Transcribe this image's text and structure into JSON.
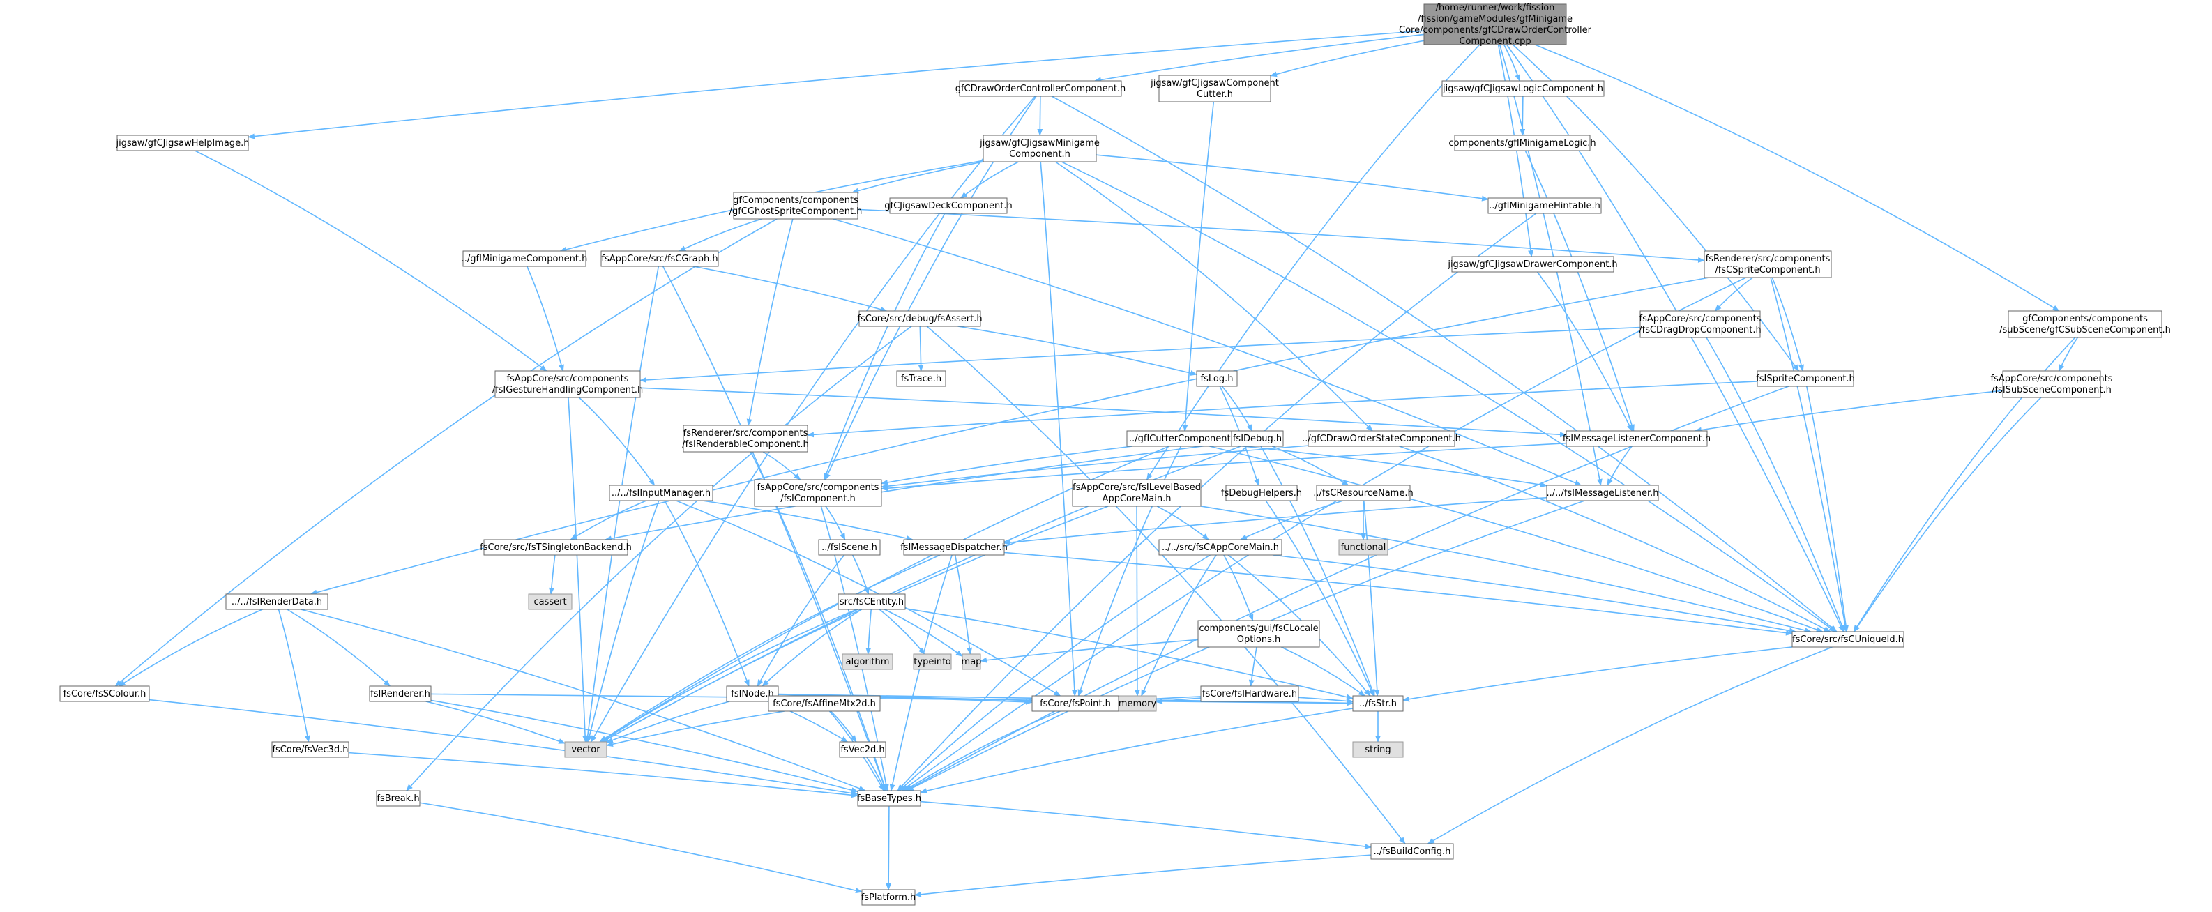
{
  "colors": {
    "edge": "#63B8FF",
    "node_fill": "#FFFFFF",
    "node_border": "#666666",
    "root_fill": "#999999",
    "root_border": "#666666",
    "system_fill": "#E0E0E0",
    "system_border": "#999999"
  },
  "nodes": [
    {
      "id": "root",
      "lines": [
        "/home/runner/work/fission",
        "/fission/gameModules/gfMinigame",
        "Core/components/gfCDrawOrderController",
        "Component.cpp"
      ],
      "kind": "root"
    },
    {
      "id": "n1",
      "lines": [
        "gfCDrawOrderControllerComponent.h"
      ],
      "kind": "normal"
    },
    {
      "id": "n2",
      "lines": [
        "jigsaw/gfCJigsawComponent",
        "Cutter.h"
      ],
      "kind": "normal"
    },
    {
      "id": "n3",
      "lines": [
        "jigsaw/gfCJigsawLogicComponent.h"
      ],
      "kind": "normal"
    },
    {
      "id": "n4",
      "lines": [
        "components/gfIMinigameLogic.h"
      ],
      "kind": "normal"
    },
    {
      "id": "n5",
      "lines": [
        "jigsaw/gfCJigsawHelpImage.h"
      ],
      "kind": "normal"
    },
    {
      "id": "n6",
      "lines": [
        "jigsaw/gfCJigsawMinigame",
        "Component.h"
      ],
      "kind": "normal"
    },
    {
      "id": "n7",
      "lines": [
        "gfComponents/components",
        "/gfCGhostSpriteComponent.h"
      ],
      "kind": "normal"
    },
    {
      "id": "n8",
      "lines": [
        "gfCJigsawDeckComponent.h"
      ],
      "kind": "normal"
    },
    {
      "id": "n9",
      "lines": [
        "../gfIMinigameHintable.h"
      ],
      "kind": "normal"
    },
    {
      "id": "n10",
      "lines": [
        "fsRenderer/src/components",
        "/fsCSpriteComponent.h"
      ],
      "kind": "normal"
    },
    {
      "id": "n11",
      "lines": [
        "gfComponents/components",
        "/subScene/gfCSubSceneComponent.h"
      ],
      "kind": "normal"
    },
    {
      "id": "n12",
      "lines": [
        "../gfIMinigameComponent.h"
      ],
      "kind": "normal"
    },
    {
      "id": "n13",
      "lines": [
        "fsAppCore/src/fsCGraph.h"
      ],
      "kind": "normal"
    },
    {
      "id": "n14",
      "lines": [
        "jigsaw/gfCJigsawDrawerComponent.h"
      ],
      "kind": "normal"
    },
    {
      "id": "n15",
      "lines": [
        "fsCore/src/debug/fsAssert.h"
      ],
      "kind": "normal"
    },
    {
      "id": "n16",
      "lines": [
        "fsAppCore/src/components",
        "/fsCDragDropComponent.h"
      ],
      "kind": "normal"
    },
    {
      "id": "n17",
      "lines": [
        "fsAppCore/src/components",
        "/fsIGestureHandlingComponent.h"
      ],
      "kind": "normal"
    },
    {
      "id": "n18",
      "lines": [
        "fsTrace.h"
      ],
      "kind": "normal"
    },
    {
      "id": "n19",
      "lines": [
        "fsLog.h"
      ],
      "kind": "normal"
    },
    {
      "id": "n20",
      "lines": [
        "fsISpriteComponent.h"
      ],
      "kind": "normal"
    },
    {
      "id": "n21",
      "lines": [
        "fsAppCore/src/components",
        "/fsISubSceneComponent.h"
      ],
      "kind": "normal"
    },
    {
      "id": "n22",
      "lines": [
        "fsRenderer/src/components",
        "/fsIRenderableComponent.h"
      ],
      "kind": "normal"
    },
    {
      "id": "n23",
      "lines": [
        "../gfICutterComponent.h"
      ],
      "kind": "normal"
    },
    {
      "id": "n24",
      "lines": [
        "fsIDebug.h"
      ],
      "kind": "normal"
    },
    {
      "id": "n25",
      "lines": [
        "../gfCDrawOrderStateComponent.h"
      ],
      "kind": "normal"
    },
    {
      "id": "n26",
      "lines": [
        "fsIMessageListenerComponent.h"
      ],
      "kind": "normal"
    },
    {
      "id": "n27",
      "lines": [
        "fsAppCore/src/components",
        "/fsIComponent.h"
      ],
      "kind": "normal"
    },
    {
      "id": "n28",
      "lines": [
        "../../fsIInputManager.h"
      ],
      "kind": "normal"
    },
    {
      "id": "n29",
      "lines": [
        "fsDebugHelpers.h"
      ],
      "kind": "normal"
    },
    {
      "id": "n30",
      "lines": [
        "fsAppCore/src/fsILevelBased",
        "AppCoreMain.h"
      ],
      "kind": "normal"
    },
    {
      "id": "n31",
      "lines": [
        "../fsCResourceName.h"
      ],
      "kind": "normal"
    },
    {
      "id": "n32",
      "lines": [
        "../../fsIMessageListener.h"
      ],
      "kind": "normal"
    },
    {
      "id": "n33",
      "lines": [
        "functional"
      ],
      "kind": "system"
    },
    {
      "id": "n34",
      "lines": [
        "fsCore/src/fsTSingletonBackend.h"
      ],
      "kind": "normal"
    },
    {
      "id": "n35",
      "lines": [
        "../fsIScene.h"
      ],
      "kind": "normal"
    },
    {
      "id": "n36",
      "lines": [
        "fsIMessageDispatcher.h"
      ],
      "kind": "normal"
    },
    {
      "id": "n37",
      "lines": [
        "../../src/fsCAppCoreMain.h"
      ],
      "kind": "normal"
    },
    {
      "id": "n38",
      "lines": [
        "cassert"
      ],
      "kind": "system"
    },
    {
      "id": "n39",
      "lines": [
        "../../fsIRenderData.h"
      ],
      "kind": "normal"
    },
    {
      "id": "n40",
      "lines": [
        "src/fsCEntity.h"
      ],
      "kind": "normal"
    },
    {
      "id": "n41",
      "lines": [
        "components/gui/fsCLocale",
        "Options.h"
      ],
      "kind": "normal"
    },
    {
      "id": "n42",
      "lines": [
        "fsCore/src/fsCUniqueId.h"
      ],
      "kind": "normal"
    },
    {
      "id": "n43",
      "lines": [
        "fsCore/fsSColour.h"
      ],
      "kind": "normal"
    },
    {
      "id": "n44",
      "lines": [
        "fsIRenderer.h"
      ],
      "kind": "normal"
    },
    {
      "id": "n45",
      "lines": [
        "algorithm"
      ],
      "kind": "system"
    },
    {
      "id": "n46",
      "lines": [
        "typeinfo"
      ],
      "kind": "system"
    },
    {
      "id": "n47",
      "lines": [
        "map"
      ],
      "kind": "system"
    },
    {
      "id": "n48",
      "lines": [
        "fsINode.h"
      ],
      "kind": "normal"
    },
    {
      "id": "n49",
      "lines": [
        "fsCore/fsIHardware.h"
      ],
      "kind": "normal"
    },
    {
      "id": "n50",
      "lines": [
        "memory"
      ],
      "kind": "system"
    },
    {
      "id": "n51",
      "lines": [
        "../fsStr.h"
      ],
      "kind": "normal"
    },
    {
      "id": "n52",
      "lines": [
        "fsCore/fsAffineMtx2d.h"
      ],
      "kind": "normal"
    },
    {
      "id": "n53",
      "lines": [
        "fsCore/fsPoint.h"
      ],
      "kind": "normal"
    },
    {
      "id": "n54",
      "lines": [
        "vector"
      ],
      "kind": "system"
    },
    {
      "id": "n55",
      "lines": [
        "fsCore/fsVec3d.h"
      ],
      "kind": "normal"
    },
    {
      "id": "n56",
      "lines": [
        "fsVec2d.h"
      ],
      "kind": "normal"
    },
    {
      "id": "n57",
      "lines": [
        "string"
      ],
      "kind": "system"
    },
    {
      "id": "n58",
      "lines": [
        "fsBaseTypes.h"
      ],
      "kind": "normal"
    },
    {
      "id": "n59",
      "lines": [
        "fsBreak.h"
      ],
      "kind": "normal"
    },
    {
      "id": "n60",
      "lines": [
        "../fsBuildConfig.h"
      ],
      "kind": "normal"
    },
    {
      "id": "n61",
      "lines": [
        "fsPlatform.h"
      ],
      "kind": "normal"
    }
  ],
  "edges": [
    [
      "root",
      "n1"
    ],
    [
      "root",
      "n2"
    ],
    [
      "root",
      "n3"
    ],
    [
      "root",
      "n5"
    ],
    [
      "root",
      "n14"
    ],
    [
      "root",
      "n11"
    ],
    [
      "root",
      "n20"
    ],
    [
      "root",
      "n30"
    ],
    [
      "root",
      "n32"
    ],
    [
      "root",
      "n42"
    ],
    [
      "n1",
      "n6"
    ],
    [
      "n1",
      "n27"
    ],
    [
      "n1",
      "n42"
    ],
    [
      "n1",
      "n54"
    ],
    [
      "n2",
      "n23"
    ],
    [
      "n3",
      "n4"
    ],
    [
      "n4",
      "n26"
    ],
    [
      "n5",
      "n17"
    ],
    [
      "n6",
      "n7"
    ],
    [
      "n6",
      "n8"
    ],
    [
      "n6",
      "n9"
    ],
    [
      "n6",
      "n12"
    ],
    [
      "n6",
      "n25"
    ],
    [
      "n6",
      "n53"
    ],
    [
      "n6",
      "n42"
    ],
    [
      "n7",
      "n10"
    ],
    [
      "n7",
      "n13"
    ],
    [
      "n7",
      "n22"
    ],
    [
      "n7",
      "n32"
    ],
    [
      "n7",
      "n43"
    ],
    [
      "n8",
      "n27"
    ],
    [
      "n9",
      "n58"
    ],
    [
      "n10",
      "n16"
    ],
    [
      "n10",
      "n20"
    ],
    [
      "n10",
      "n39"
    ],
    [
      "n10",
      "n42"
    ],
    [
      "n10",
      "n58"
    ],
    [
      "n11",
      "n21"
    ],
    [
      "n11",
      "n42"
    ],
    [
      "n12",
      "n17"
    ],
    [
      "n13",
      "n15"
    ],
    [
      "n13",
      "n54"
    ],
    [
      "n13",
      "n58"
    ],
    [
      "n14",
      "n26"
    ],
    [
      "n15",
      "n18"
    ],
    [
      "n15",
      "n19"
    ],
    [
      "n15",
      "n59"
    ],
    [
      "n15",
      "n60"
    ],
    [
      "n16",
      "n17"
    ],
    [
      "n16",
      "n42"
    ],
    [
      "n17",
      "n26"
    ],
    [
      "n17",
      "n28"
    ],
    [
      "n17",
      "n54"
    ],
    [
      "n19",
      "n24"
    ],
    [
      "n19",
      "n29"
    ],
    [
      "n20",
      "n22"
    ],
    [
      "n20",
      "n42"
    ],
    [
      "n20",
      "n58"
    ],
    [
      "n21",
      "n26"
    ],
    [
      "n21",
      "n42"
    ],
    [
      "n22",
      "n27"
    ],
    [
      "n22",
      "n58"
    ],
    [
      "n23",
      "n27"
    ],
    [
      "n23",
      "n53"
    ],
    [
      "n23",
      "n42"
    ],
    [
      "n23",
      "n54"
    ],
    [
      "n23",
      "n32"
    ],
    [
      "n24",
      "n31"
    ],
    [
      "n24",
      "n34"
    ],
    [
      "n24",
      "n51"
    ],
    [
      "n24",
      "n54"
    ],
    [
      "n25",
      "n27"
    ],
    [
      "n25",
      "n42"
    ],
    [
      "n26",
      "n27"
    ],
    [
      "n26",
      "n32"
    ],
    [
      "n27",
      "n35"
    ],
    [
      "n27",
      "n58"
    ],
    [
      "n28",
      "n34"
    ],
    [
      "n28",
      "n36"
    ],
    [
      "n28",
      "n48"
    ],
    [
      "n28",
      "n53"
    ],
    [
      "n28",
      "n54"
    ],
    [
      "n29",
      "n51"
    ],
    [
      "n30",
      "n37"
    ],
    [
      "n30",
      "n50"
    ],
    [
      "n30",
      "n54"
    ],
    [
      "n30",
      "n42"
    ],
    [
      "n31",
      "n33"
    ],
    [
      "n31",
      "n51"
    ],
    [
      "n31",
      "n37"
    ],
    [
      "n32",
      "n36"
    ],
    [
      "n32",
      "n58"
    ],
    [
      "n34",
      "n38"
    ],
    [
      "n35",
      "n40"
    ],
    [
      "n35",
      "n48"
    ],
    [
      "n36",
      "n42"
    ],
    [
      "n36",
      "n47"
    ],
    [
      "n36",
      "n58"
    ],
    [
      "n36",
      "n54"
    ],
    [
      "n37",
      "n41"
    ],
    [
      "n37",
      "n42"
    ],
    [
      "n37",
      "n50"
    ],
    [
      "n37",
      "n51"
    ],
    [
      "n37",
      "n58"
    ],
    [
      "n39",
      "n43"
    ],
    [
      "n39",
      "n44"
    ],
    [
      "n39",
      "n55"
    ],
    [
      "n39",
      "n58"
    ],
    [
      "n40",
      "n45"
    ],
    [
      "n40",
      "n46"
    ],
    [
      "n40",
      "n47"
    ],
    [
      "n40",
      "n48"
    ],
    [
      "n40",
      "n51"
    ],
    [
      "n40",
      "n54"
    ],
    [
      "n41",
      "n47"
    ],
    [
      "n41",
      "n49"
    ],
    [
      "n41",
      "n51"
    ],
    [
      "n42",
      "n51"
    ],
    [
      "n42",
      "n60"
    ],
    [
      "n43",
      "n58"
    ],
    [
      "n44",
      "n51"
    ],
    [
      "n44",
      "n54"
    ],
    [
      "n44",
      "n58"
    ],
    [
      "n48",
      "n52"
    ],
    [
      "n48",
      "n53"
    ],
    [
      "n48",
      "n56"
    ],
    [
      "n48",
      "n50"
    ],
    [
      "n48",
      "n54"
    ],
    [
      "n48",
      "n51"
    ],
    [
      "n49",
      "n50"
    ],
    [
      "n49",
      "n51"
    ],
    [
      "n49",
      "n53"
    ],
    [
      "n51",
      "n57"
    ],
    [
      "n51",
      "n58"
    ],
    [
      "n52",
      "n54"
    ],
    [
      "n52",
      "n56"
    ],
    [
      "n52",
      "n58"
    ],
    [
      "n53",
      "n58"
    ],
    [
      "n55",
      "n58"
    ],
    [
      "n56",
      "n58"
    ],
    [
      "n58",
      "n60"
    ],
    [
      "n58",
      "n61"
    ],
    [
      "n59",
      "n61"
    ],
    [
      "n60",
      "n61"
    ]
  ]
}
